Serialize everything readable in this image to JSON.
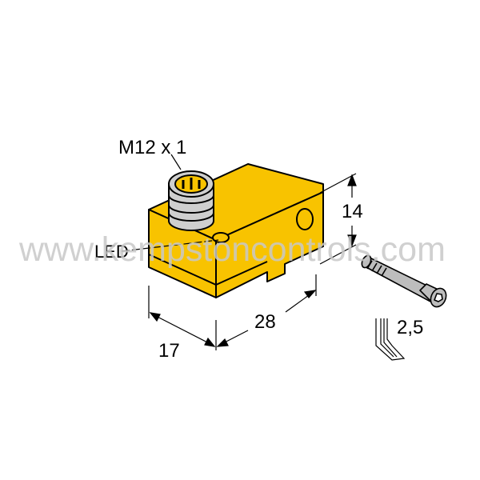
{
  "drawing": {
    "connector_label": "M12 x 1",
    "led_label": "LED",
    "dimensions": {
      "height": "14",
      "length": "28",
      "width": "17",
      "hex_key": "2,5"
    },
    "watermark": "www.kempstoncontrols.com",
    "colors": {
      "housing": "#F8C300",
      "housing_dark": "#E3AE00",
      "connector": "#CFCFCF",
      "screw": "#BDBDBD",
      "outline": "#000000",
      "watermark": "#C8C8C8"
    }
  }
}
